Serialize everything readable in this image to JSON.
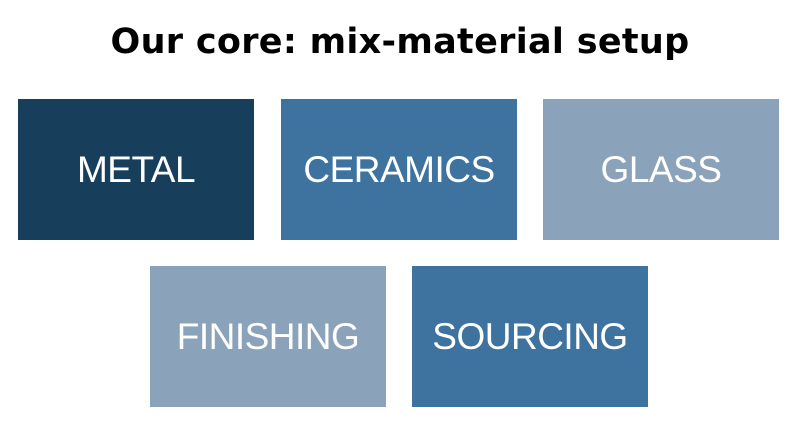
{
  "title": "Our core: mix-material setup",
  "tiles": {
    "metal": {
      "label": "METAL",
      "color": "#173F5C"
    },
    "ceramics": {
      "label": "CERAMICS",
      "color": "#3E729F"
    },
    "glass": {
      "label": "GLASS",
      "color": "#8BA3BA"
    },
    "finishing": {
      "label": "FINISHING",
      "color": "#8BA3BA"
    },
    "sourcing": {
      "label": "SOURCING",
      "color": "#3E729F"
    }
  }
}
